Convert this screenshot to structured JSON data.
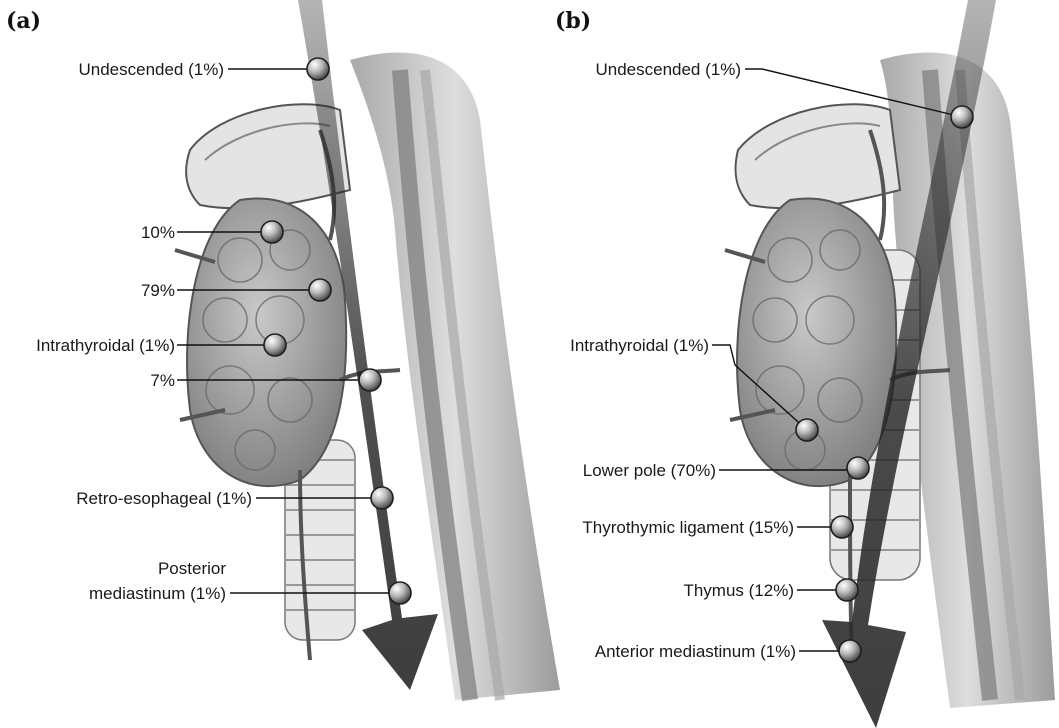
{
  "panels": [
    {
      "label": "(a)",
      "callouts": [
        {
          "lines": [
            "Undescended (1%)"
          ]
        },
        {
          "lines": [
            "10%"
          ]
        },
        {
          "lines": [
            "79%"
          ]
        },
        {
          "lines": [
            "Intrathyroidal (1%)"
          ]
        },
        {
          "lines": [
            "7%"
          ]
        },
        {
          "lines": [
            "Retro-esophageal (1%)"
          ]
        },
        {
          "lines": [
            "Posterior",
            "mediastinum (1%)"
          ]
        }
      ]
    },
    {
      "label": "(b)",
      "callouts": [
        {
          "lines": [
            "Undescended (1%)"
          ]
        },
        {
          "lines": [
            "Intrathyroidal (1%)"
          ]
        },
        {
          "lines": [
            "Lower pole (70%)"
          ]
        },
        {
          "lines": [
            "Thyrothymic ligament (15%)"
          ]
        },
        {
          "lines": [
            "Thymus (12%)"
          ]
        },
        {
          "lines": [
            "Anterior mediastinum (1%)"
          ]
        }
      ]
    }
  ]
}
